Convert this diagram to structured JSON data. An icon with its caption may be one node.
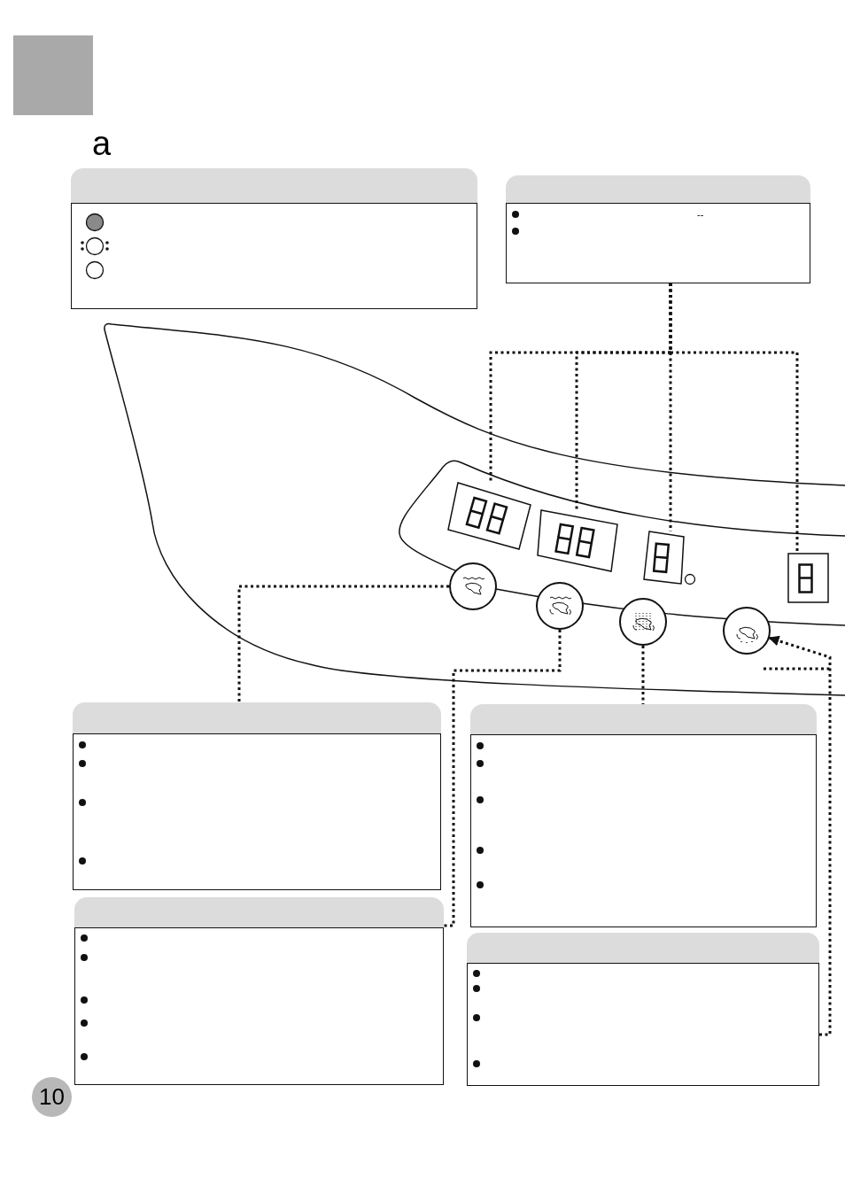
{
  "diagram": {
    "nodes": [
      {
        "text": [],
        "shape": "box"
      },
      {
        "text": [
          "--"
        ]
      },
      {
        "text": [],
        "shape": "box"
      },
      {
        "text": [],
        "shape": "box"
      },
      {
        "text": [],
        "shape": "box"
      },
      {
        "text": [],
        "shape": "box"
      },
      {
        "text": [],
        "shape": "circle"
      },
      {
        "text": [],
        "shape": "circle"
      },
      {
        "text": [],
        "shape": "circle"
      },
      {
        "text": [],
        "shape": "circle"
      },
      {
        "text": [],
        "shape": "box"
      },
      {
        "text": [],
        "shape": "box"
      },
      {
        "text": [],
        "shape": "box"
      },
      {
        "text": [],
        "shape": "box"
      }
    ],
    "edges": [
      {
        "from": 1,
        "to": 2,
        "arrow": "none",
        "style": "dashed"
      },
      {
        "from": 1,
        "to": 3,
        "arrow": "none",
        "style": "dashed"
      },
      {
        "from": 1,
        "to": 4,
        "arrow": "none",
        "style": "dashed"
      },
      {
        "from": 1,
        "to": 5,
        "arrow": "none",
        "style": "dashed"
      },
      {
        "from": 6,
        "to": 10,
        "arrow": "none",
        "style": "dashed"
      },
      {
        "from": 7,
        "to": 12,
        "arrow": "none",
        "style": "dashed"
      },
      {
        "from": 8,
        "to": 11,
        "arrow": "none",
        "style": "dashed"
      },
      {
        "from": 13,
        "to": 9,
        "arrow": "to",
        "style": "dashed"
      }
    ],
    "labels": [
      "a",
      "10"
    ]
  }
}
